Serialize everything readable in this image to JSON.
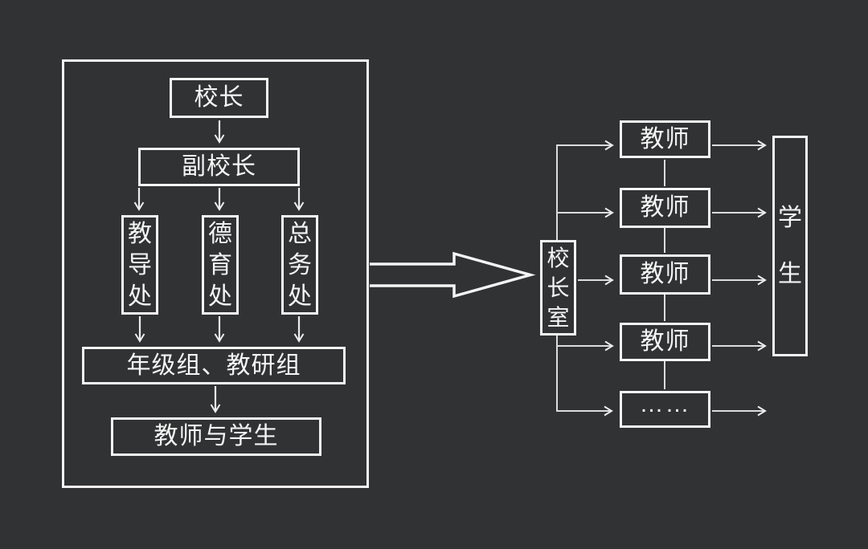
{
  "colors": {
    "background": "#313233",
    "line": "#f0f0f0",
    "box_border": "#f5f5f5",
    "text": "#f5f5f5"
  },
  "left_panel": {
    "principal": "校长",
    "vice_principal": "副校长",
    "departments": [
      "教导处",
      "德育处",
      "总务处"
    ],
    "grade_group": "年级组、教研组",
    "teachers_and_students": "教师与学生"
  },
  "right_panel": {
    "principal_office": "校长室",
    "teachers": [
      "教师",
      "教师",
      "教师",
      "教师"
    ],
    "ellipsis": "……",
    "students": "学生"
  }
}
